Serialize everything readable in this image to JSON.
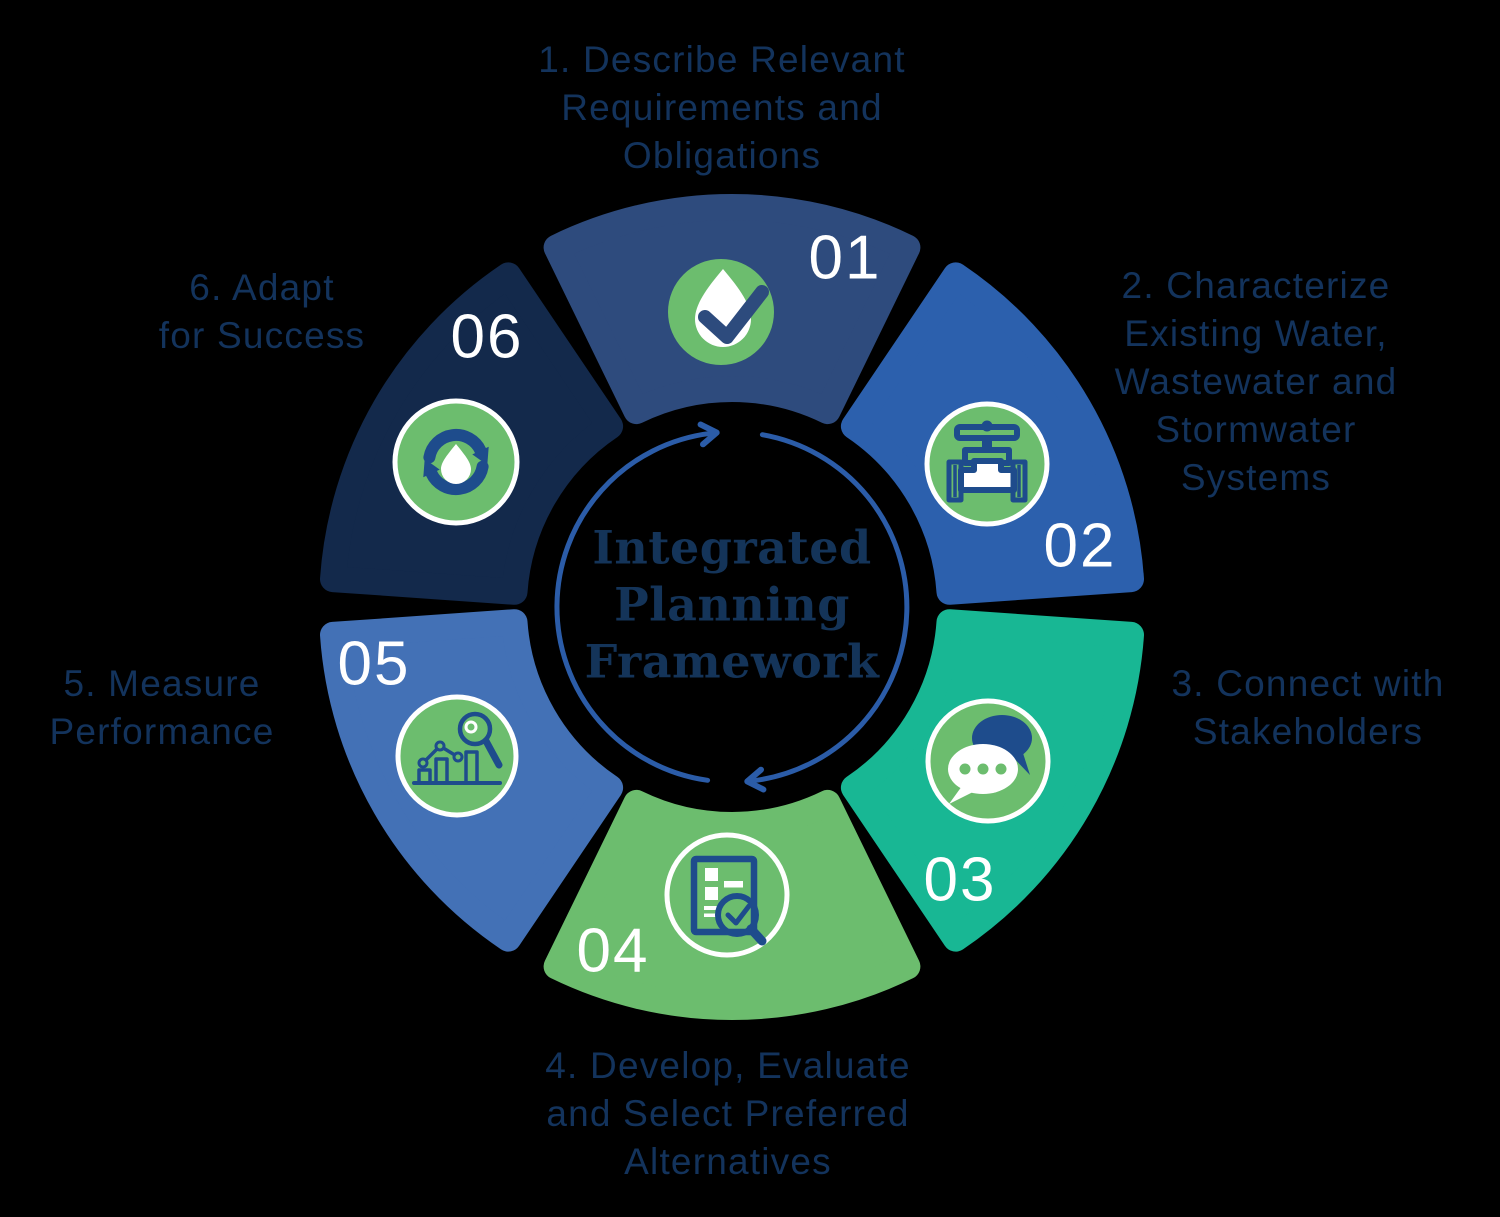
{
  "diagram_title_lines": [
    "Integrated",
    "Planning",
    "Framework"
  ],
  "steps": [
    {
      "number": "01",
      "color": "#2e4b7d",
      "icon": "water-drop-check-icon",
      "label_lines": [
        "1. Describe Relevant",
        "Requirements and",
        "Obligations"
      ]
    },
    {
      "number": "02",
      "color": "#2c60ad",
      "icon": "pipe-valve-icon",
      "label_lines": [
        "2.  Characterize",
        "Existing Water,",
        "Wastewater and",
        "Stormwater",
        "Systems"
      ]
    },
    {
      "number": "03",
      "color": "#18b794",
      "icon": "speech-bubbles-icon",
      "label_lines": [
        "3. Connect with",
        "Stakeholders"
      ]
    },
    {
      "number": "04",
      "color": "#6cbd6e",
      "icon": "document-check-magnifier-icon",
      "label_lines": [
        "4. Develop, Evaluate",
        "and Select Preferred",
        "Alternatives"
      ]
    },
    {
      "number": "05",
      "color": "#4371b6",
      "icon": "bar-chart-magnifier-icon",
      "label_lines": [
        "5. Measure",
        "Performance"
      ]
    },
    {
      "number": "06",
      "color": "#13294b",
      "icon": "recycle-drop-icon",
      "label_lines": [
        "6. Adapt",
        "for Success"
      ]
    }
  ],
  "colors": {
    "background": "#000000",
    "icon_green": "#6cbd6e",
    "icon_navy": "#1e4c8c",
    "check_navy": "#2d4b7d",
    "ring_blue": "#2b5ca8",
    "label_text": "#13335c",
    "center_text": "#143459",
    "number_text": "#ffffff",
    "white": "#ffffff"
  }
}
